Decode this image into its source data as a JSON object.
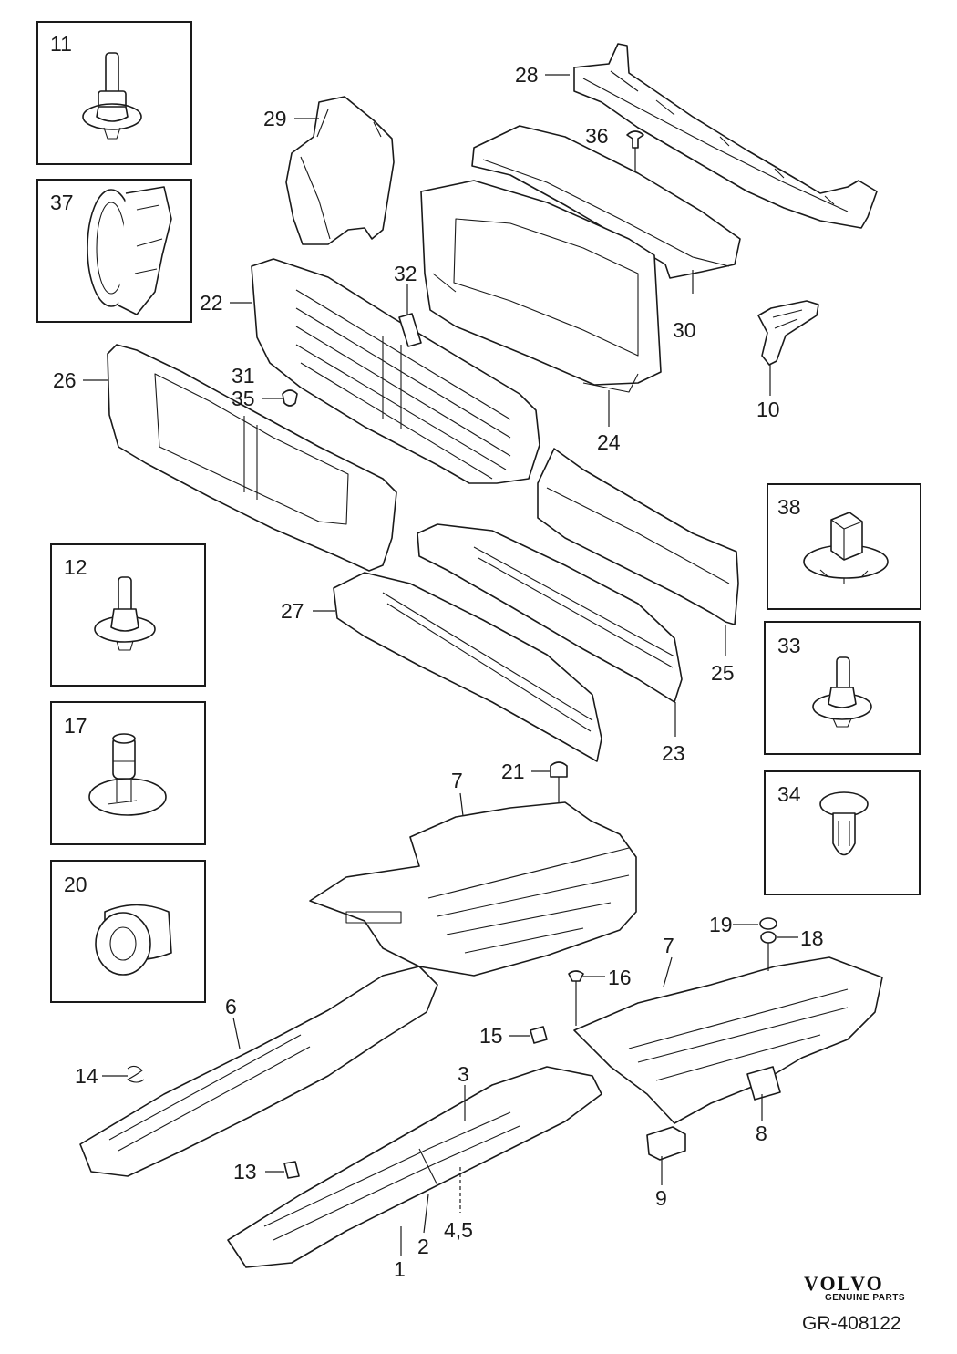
{
  "brand": {
    "name": "VOLVO",
    "tagline": "GENUINE PARTS",
    "reference": "GR-408122"
  },
  "boxed_parts": [
    "11",
    "37",
    "12",
    "17",
    "20",
    "38",
    "33",
    "34"
  ],
  "callouts": {
    "p1": "1",
    "p2": "2",
    "p3": "3",
    "p45": "4,5",
    "p6": "6",
    "p7a": "7",
    "p7b": "7",
    "p8": "8",
    "p9": "9",
    "p10": "10",
    "p13": "13",
    "p14": "14",
    "p15": "15",
    "p16": "16",
    "p18": "18",
    "p19": "19",
    "p21": "21",
    "p22": "22",
    "p23": "23",
    "p24": "24",
    "p25": "25",
    "p26": "26",
    "p27": "27",
    "p28": "28",
    "p29": "29",
    "p30": "30",
    "p31": "31",
    "p32": "32",
    "p35": "35",
    "p36": "36"
  },
  "boxes": {
    "b11": "11",
    "b37": "37",
    "b12": "12",
    "b17": "17",
    "b20": "20",
    "b38": "38",
    "b33": "33",
    "b34": "34"
  }
}
